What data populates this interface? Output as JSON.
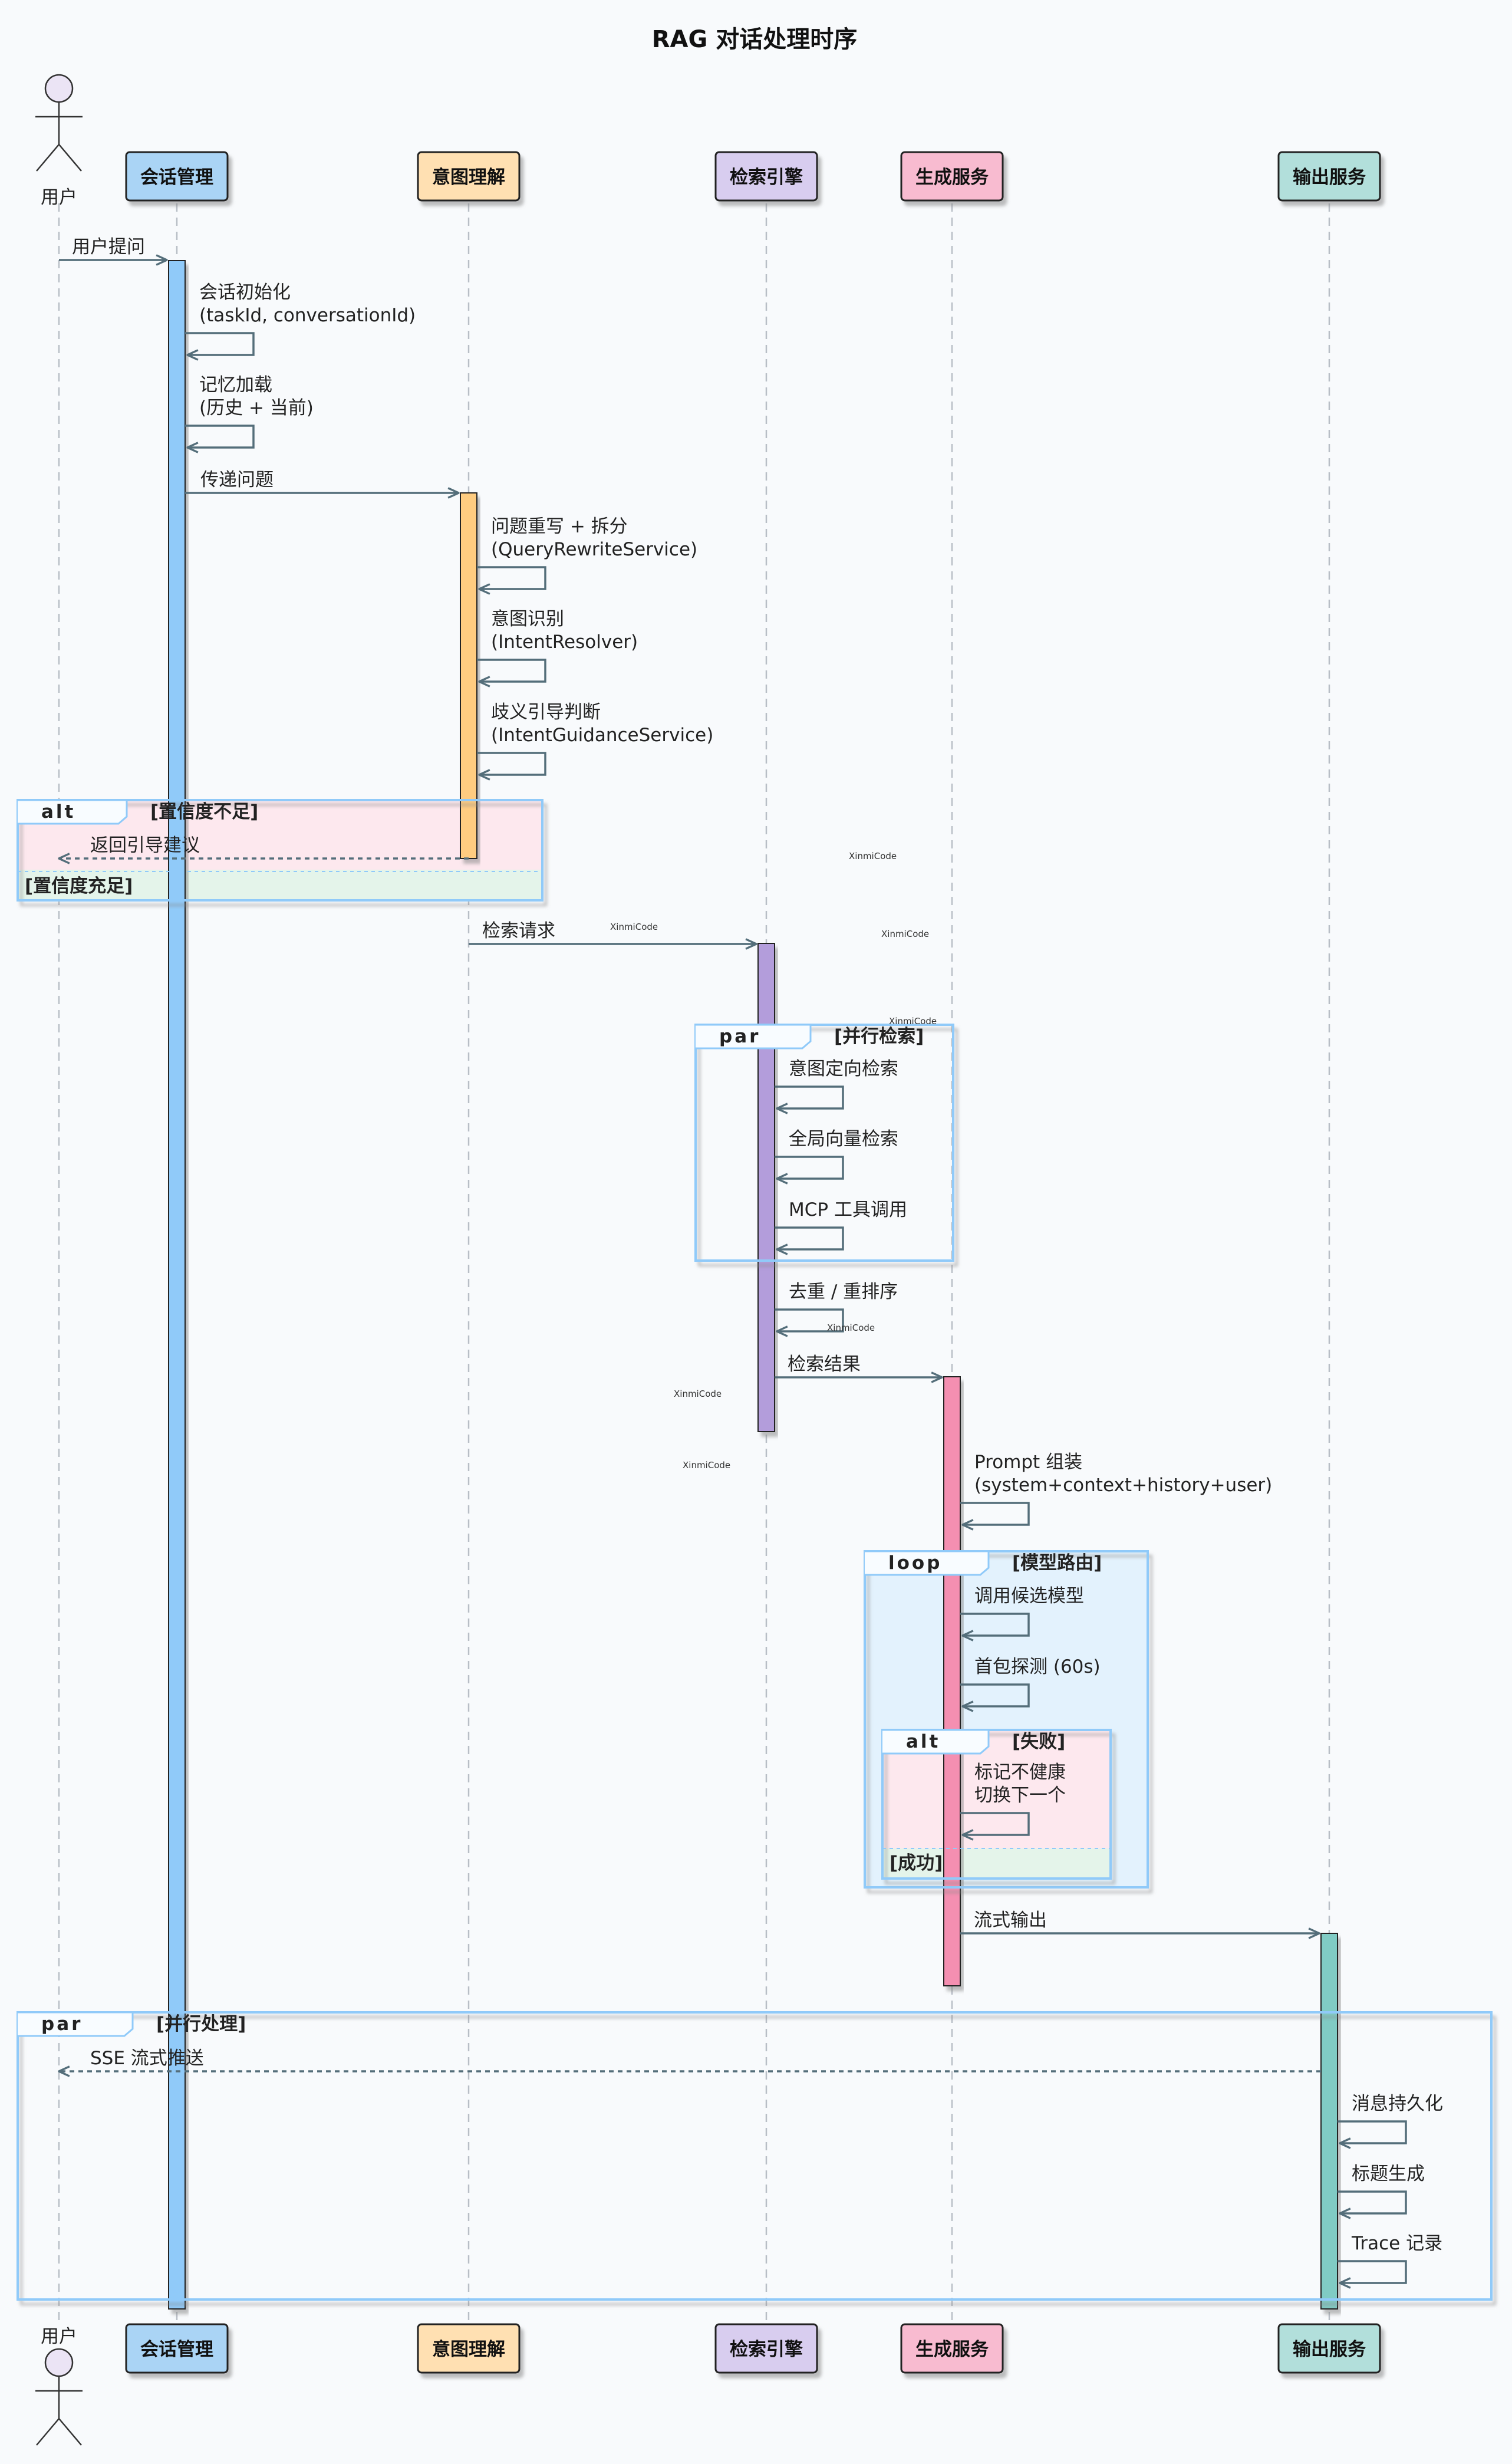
{
  "title": "RAG 对话处理时序",
  "colors": {
    "background": "#f8fafc",
    "lifeline": "#b8bec6",
    "arrow": "#546e7a",
    "fragment_border": "#90caf9",
    "alt_fail_fill": "#fde8ee",
    "alt_success_fill": "#e4f4ea",
    "loop_fill": "#e3f2fd",
    "shadow": "#9aa0a6"
  },
  "participants": [
    {
      "id": "user",
      "label": "用户",
      "kind": "actor"
    },
    {
      "id": "session",
      "label": "会话管理",
      "fill": "#aad4f5",
      "activation": "#90caf9"
    },
    {
      "id": "intent",
      "label": "意图理解",
      "fill": "#ffe0b2",
      "activation": "#ffcc80"
    },
    {
      "id": "retrieval",
      "label": "检索引擎",
      "fill": "#d8cdef",
      "activation": "#b39ddb"
    },
    {
      "id": "generation",
      "label": "生成服务",
      "fill": "#f8bbd0",
      "activation": "#f48fb1"
    },
    {
      "id": "output",
      "label": "输出服务",
      "fill": "#b2dfdb",
      "activation": "#80cbc4"
    }
  ],
  "messages": [
    {
      "type": "call",
      "from": "user",
      "to": "session",
      "lines": [
        "用户提问"
      ]
    },
    {
      "type": "self",
      "on": "session",
      "lines": [
        "会话初始化",
        "(taskId, conversationId)"
      ]
    },
    {
      "type": "self",
      "on": "session",
      "lines": [
        "记忆加载",
        "(历史 + 当前)"
      ]
    },
    {
      "type": "call",
      "from": "session",
      "to": "intent",
      "lines": [
        "传递问题"
      ]
    },
    {
      "type": "self",
      "on": "intent",
      "lines": [
        "问题重写 + 拆分",
        "(QueryRewriteService)"
      ]
    },
    {
      "type": "self",
      "on": "intent",
      "lines": [
        "意图识别",
        "(IntentResolver)"
      ]
    },
    {
      "type": "self",
      "on": "intent",
      "lines": [
        "歧义引导判断",
        "(IntentGuidanceService)"
      ]
    },
    {
      "type": "return",
      "from": "intent",
      "to": "user",
      "lines": [
        "返回引导建议"
      ]
    },
    {
      "type": "call",
      "from": "intent",
      "to": "retrieval",
      "lines": [
        "检索请求"
      ]
    },
    {
      "type": "self",
      "on": "retrieval",
      "lines": [
        "意图定向检索"
      ]
    },
    {
      "type": "self",
      "on": "retrieval",
      "lines": [
        "全局向量检索"
      ]
    },
    {
      "type": "self",
      "on": "retrieval",
      "lines": [
        "MCP 工具调用"
      ]
    },
    {
      "type": "self",
      "on": "retrieval",
      "lines": [
        "去重 / 重排序"
      ]
    },
    {
      "type": "call",
      "from": "retrieval",
      "to": "generation",
      "lines": [
        "检索结果"
      ]
    },
    {
      "type": "self",
      "on": "generation",
      "lines": [
        "Prompt 组装",
        "(system+context+history+user)"
      ]
    },
    {
      "type": "self",
      "on": "generation",
      "lines": [
        "调用候选模型"
      ]
    },
    {
      "type": "self",
      "on": "generation",
      "lines": [
        "首包探测 (60s)"
      ]
    },
    {
      "type": "self",
      "on": "generation",
      "lines": [
        "标记不健康",
        "切换下一个"
      ]
    },
    {
      "type": "call",
      "from": "generation",
      "to": "output",
      "lines": [
        "流式输出"
      ]
    },
    {
      "type": "return",
      "from": "output",
      "to": "user",
      "lines": [
        "SSE 流式推送"
      ]
    },
    {
      "type": "self",
      "on": "output",
      "lines": [
        "消息持久化"
      ]
    },
    {
      "type": "self",
      "on": "output",
      "lines": [
        "标题生成"
      ]
    },
    {
      "type": "self",
      "on": "output",
      "lines": [
        "Trace 记录"
      ]
    }
  ],
  "fragments": [
    {
      "kind": "alt",
      "guard": "[置信度不足]",
      "else_guard": "[置信度充足]"
    },
    {
      "kind": "par",
      "guard": "[并行检索]"
    },
    {
      "kind": "loop",
      "guard": "[模型路由]"
    },
    {
      "kind": "alt",
      "guard": "[失败]",
      "else_guard": "[成功]"
    },
    {
      "kind": "par",
      "guard": "[并行处理]"
    }
  ],
  "watermarks": [
    "XinmiCode"
  ]
}
